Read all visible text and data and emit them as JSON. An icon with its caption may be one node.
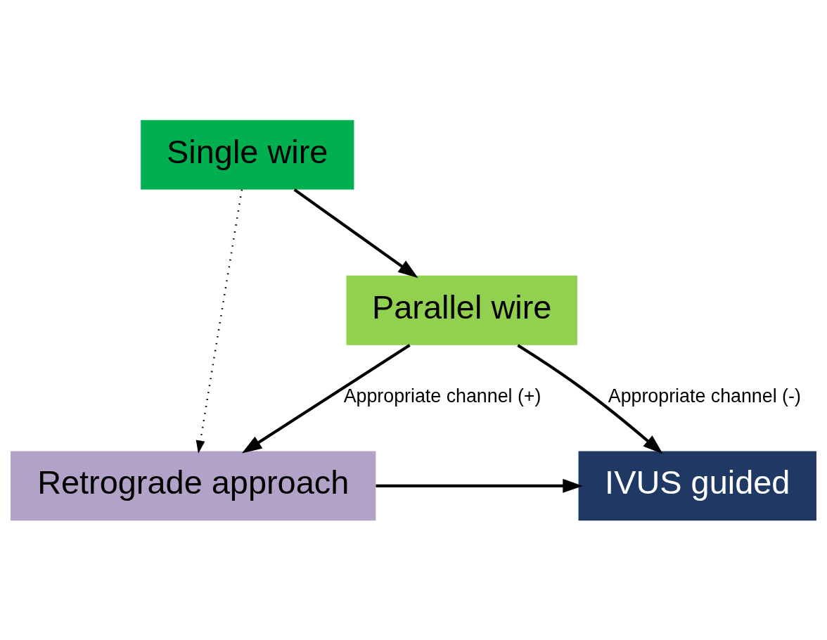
{
  "diagram": {
    "nodes": [
      {
        "text": [
          "Single wire"
        ]
      },
      {
        "text": [
          "Parallel wire"
        ]
      },
      {
        "text": [
          "Retrograde approach"
        ]
      },
      {
        "text": [
          "IVUS guided"
        ]
      }
    ],
    "edges": [
      {
        "from": 0,
        "to": 1,
        "arrow": "to"
      },
      {
        "from": 1,
        "to": 2,
        "arrow": "to",
        "label": "Appropriate channel (+)"
      },
      {
        "from": 1,
        "to": 3,
        "arrow": "to",
        "label": "Appropriate channel (-)"
      },
      {
        "from": 0,
        "to": 2,
        "arrow": "to",
        "style": "dashed"
      },
      {
        "from": 2,
        "to": 3,
        "arrow": "to"
      }
    ]
  }
}
